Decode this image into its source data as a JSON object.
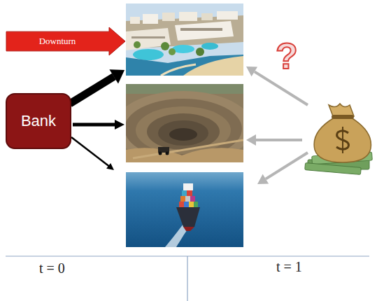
{
  "diagram": {
    "nodes": [
      {
        "text": [
          "Downturn"
        ]
      },
      {
        "text": [
          "Bank"
        ]
      }
    ],
    "labels": [
      "?",
      "t = 0",
      "t = 1"
    ]
  }
}
